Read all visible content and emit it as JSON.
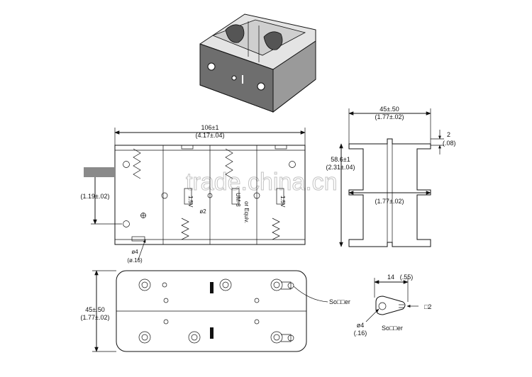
{
  "colors": {
    "line": "#111111",
    "body_fill": "#dcdcdc",
    "body_dark": "#6e6e6e",
    "watermark": "#b9b9b9"
  },
  "watermark": "trade.china.cn",
  "top_view": {
    "length_mm": "106±1",
    "length_in": "(4.17±.04)",
    "height_in_partial": "(1.19±.02)",
    "hole_mm": "ø4",
    "hole_in": "(ø.16)",
    "hole2": "ø2",
    "slot_text_1": "1.5V",
    "slot_text_2": "UM-8",
    "slot_text_3": "or Equiv."
  },
  "side_view": {
    "width_mm": "45±.50",
    "width_in": "(1.77±.02)",
    "thick_mm": "2",
    "thick_in": "(.08)",
    "height_mm": "58.6±1",
    "height_in_partial": "(2.31±.04)",
    "inner_in": "(1.77±.02)"
  },
  "bottom_view": {
    "width_mm": "45±.50",
    "width_in": "(1.77±.02)",
    "solder_label": "So□□er"
  },
  "solder_tab": {
    "length_mm": "14",
    "length_in": "(.55)",
    "hole_mm": "ø4",
    "hole_in": "(.16)",
    "slot": "□2",
    "label": "So□□er"
  }
}
